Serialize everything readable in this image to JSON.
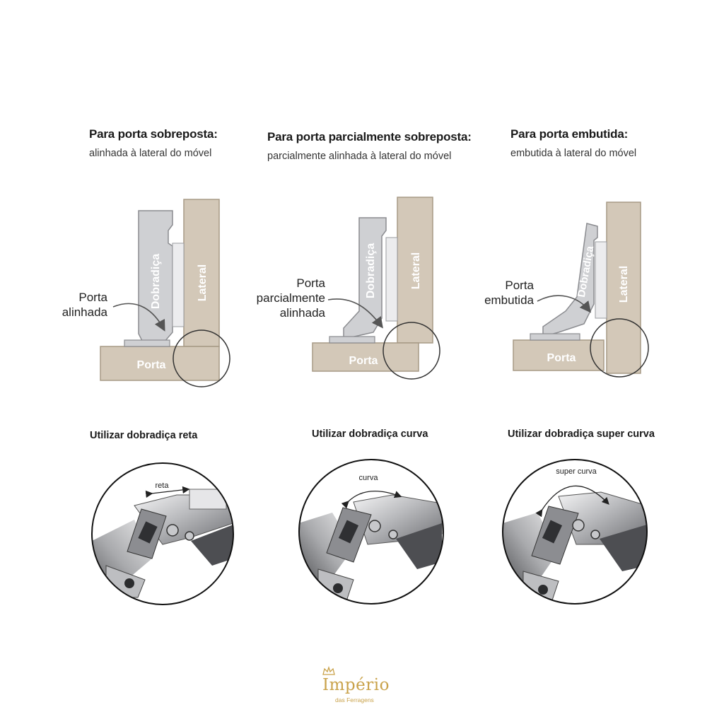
{
  "columns": [
    {
      "title": "Para porta sobreposta:",
      "subtitle": "alinhada à lateral do móvel",
      "callout": [
        "Porta",
        "alinhada"
      ],
      "hinge_label": "Dobradiça",
      "side_label": "Lateral",
      "door_label": "Porta",
      "bottom_title": "Utilizar dobradiça reta",
      "arrow_label": "reta"
    },
    {
      "title": "Para porta parcialmente sobreposta:",
      "subtitle": "parcialmente alinhada à lateral do móvel",
      "callout": [
        "Porta",
        "parcialmente",
        "alinhada"
      ],
      "hinge_label": "Dobradiça",
      "side_label": "Lateral",
      "door_label": "Porta",
      "bottom_title": "Utilizar dobradiça curva",
      "arrow_label": "curva"
    },
    {
      "title": "Para porta embutida:",
      "subtitle": "embutida à lateral do móvel",
      "callout": [
        "Porta",
        "embutida"
      ],
      "hinge_label": "Dobradiça",
      "side_label": "Lateral",
      "door_label": "Porta",
      "bottom_title": "Utilizar dobradiça super curva",
      "arrow_label": "super curva"
    }
  ],
  "logo": {
    "name": "Império",
    "tagline": "das Ferragens",
    "color": "#c9a24a"
  },
  "colors": {
    "wood": "#d3c8b8",
    "hinge": "#cfd0d3",
    "metal_dark": "#5a5b5e"
  }
}
